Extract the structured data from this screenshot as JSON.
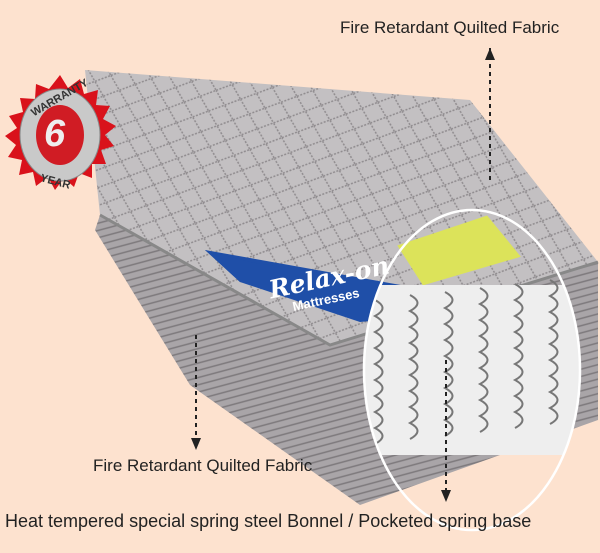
{
  "badge": {
    "top": "WARRANTY",
    "number": "6",
    "bottom": "YEAR"
  },
  "brand": {
    "name": "Relax-on",
    "subtitle": "Mattresses"
  },
  "labels": {
    "top": "Fire Retardant Quilted Fabric",
    "left": "Fire Retardant Quilted Fabric",
    "bottom": "Heat tempered special spring steel Bonnel / Pocketed spring base"
  },
  "colors": {
    "background": "#fde2cf",
    "badge_red": "#d9121b",
    "banner_blue": "#1f4fa8",
    "fabric": "#b9b6b8"
  }
}
